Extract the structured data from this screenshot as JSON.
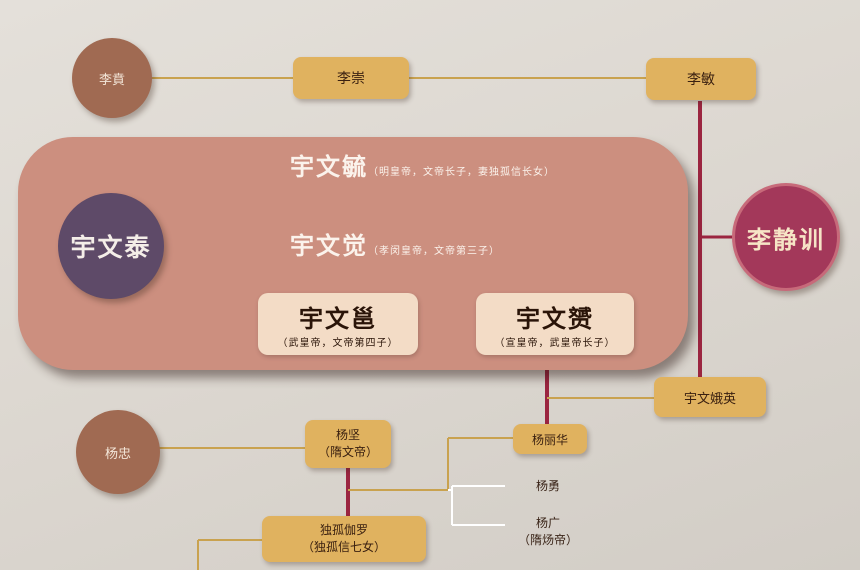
{
  "nodes": {
    "li_yun": "李賁",
    "li_chong": "李崇",
    "li_min": "李敏",
    "yuwen_tai": "宇文泰",
    "yuwen_yu_name": "宇文毓",
    "yuwen_yu_note": "（明皇帝，文帝长子，妻独孤信长女）",
    "yuwen_jue_name": "宇文觉",
    "yuwen_jue_note": "（孝闵皇帝，文帝第三子）",
    "yuwen_yong_name": "宇文邕",
    "yuwen_yong_note": "（武皇帝，文帝第四子）",
    "yuwen_yun_name": "宇文赟",
    "yuwen_yun_note": "（宣皇帝，武皇帝长子）",
    "li_jingxun": "李静训",
    "yuwen_eying": "宇文娥英",
    "yang_zhong": "杨忠",
    "yang_jian_name": "杨坚",
    "yang_jian_note": "（隋文帝）",
    "yang_lihua": "杨丽华",
    "yang_yong": "杨勇",
    "yang_guang_name": "杨广",
    "yang_guang_note": "（隋炀帝）",
    "dugu_qieluo_name": "独孤伽罗",
    "dugu_qieluo_note": "（独孤信七女）"
  },
  "colors": {
    "panel": "#cc8f7f",
    "gold": "#e0b25f",
    "maroon": "#a3385a",
    "purple": "#5e4a68",
    "connector_gold": "#c9a24f",
    "connector_red": "#9b2540",
    "connector_white": "#ffffff"
  }
}
